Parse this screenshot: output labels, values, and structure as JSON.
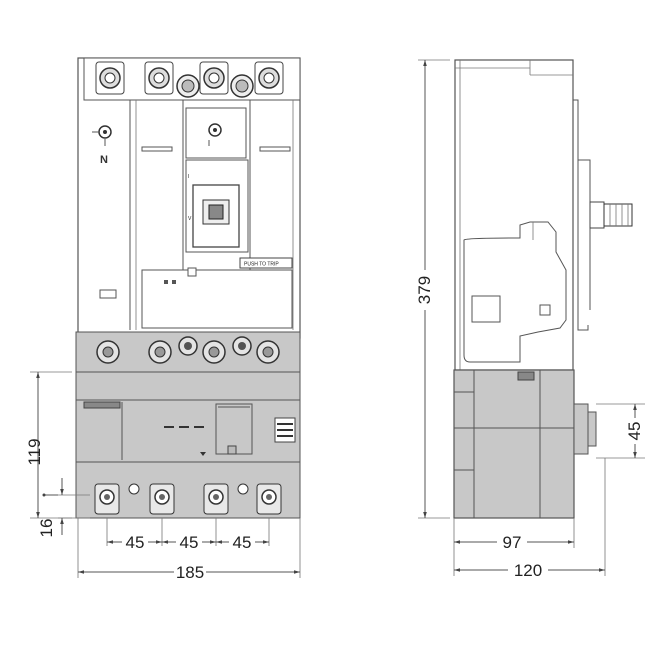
{
  "front_view": {
    "neutral_label": "N",
    "push_to_trip_label": "PUSH TO TRIP",
    "position_label_on": "I",
    "position_label_off": "V"
  },
  "dimensions": {
    "total_width": "185",
    "pitch_1": "45",
    "pitch_2": "45",
    "pitch_3": "45",
    "module_height": "119",
    "terminal_offset": "16",
    "total_height": "379",
    "depth_97": "97",
    "depth_120": "120",
    "side_height_45": "45"
  },
  "colors": {
    "module_gray": "#c8c8c8",
    "body_white": "#ffffff",
    "line": "#555555"
  }
}
